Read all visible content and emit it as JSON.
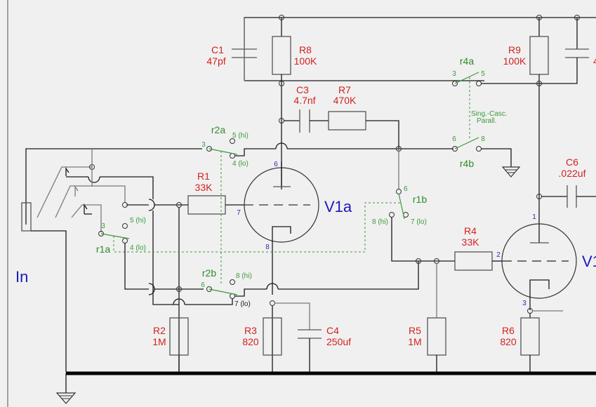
{
  "schematic": {
    "input_label": "In",
    "tubes": [
      {
        "id": "V1a",
        "label": "V1a",
        "pins": {
          "plate": "6",
          "grid": "7",
          "cathode": "8"
        }
      },
      {
        "id": "V1b",
        "label": "V1",
        "pins": {
          "plate": "1",
          "grid": "2",
          "cathode": "3"
        }
      }
    ],
    "resistors": [
      {
        "id": "R1",
        "name": "R1",
        "value": "33K"
      },
      {
        "id": "R2",
        "name": "R2",
        "value": "1M"
      },
      {
        "id": "R3",
        "name": "R3",
        "value": "820"
      },
      {
        "id": "R4",
        "name": "R4",
        "value": "33K"
      },
      {
        "id": "R5",
        "name": "R5",
        "value": "1M"
      },
      {
        "id": "R6",
        "name": "R6",
        "value": "820"
      },
      {
        "id": "R7",
        "name": "R7",
        "value": "470K"
      },
      {
        "id": "R8",
        "name": "R8",
        "value": "100K"
      },
      {
        "id": "R9",
        "name": "R9",
        "value": "100K"
      }
    ],
    "capacitors": [
      {
        "id": "C1",
        "name": "C1",
        "value": "47pf"
      },
      {
        "id": "C3",
        "name": "C3",
        "value": "4.7nf"
      },
      {
        "id": "C4",
        "name": "C4",
        "value": "250uf"
      },
      {
        "id": "C6",
        "name": "C6",
        "value": ".022uf"
      },
      {
        "id": "C_partial",
        "name": "",
        "value": "4"
      }
    ],
    "switches": {
      "r1a": {
        "label": "r1a",
        "common": "3",
        "a": "5 (hi)",
        "b": "4 (lo)"
      },
      "r1b": {
        "label": "r1b",
        "common": "6",
        "a": "8 (hi)",
        "b": "7 (lo)"
      },
      "r2a": {
        "label": "r2a",
        "common": "3",
        "a": "5 (hi)",
        "b": "4 (lo)"
      },
      "r2b": {
        "label": "r2b",
        "common": "6",
        "a": "8 (hi)",
        "b": "7 (lo)"
      },
      "r4a": {
        "label": "r4a",
        "common": "3",
        "b": "5"
      },
      "r4b": {
        "label": "r4b",
        "common": "6",
        "b": "8"
      },
      "r4_note_line1": "Sing.-Casc.",
      "r4_note_line2": "Parall."
    }
  }
}
